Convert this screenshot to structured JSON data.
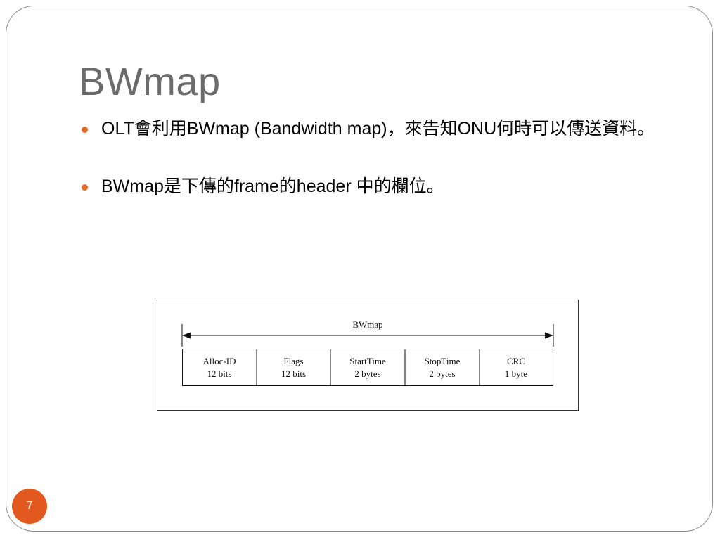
{
  "slide": {
    "title": "BWmap",
    "page_number": "7",
    "accent_color": "#e2591f",
    "title_color": "#6b6b6b"
  },
  "bullets": [
    {
      "text": "OLT會利用BWmap (Bandwidth map)，來告知ONU何時可以傳送資料。"
    },
    {
      "text": "BWmap是下傳的frame的header 中的欄位。"
    }
  ],
  "diagram": {
    "span_label": "BWmap",
    "fields": [
      {
        "name": "Alloc-ID",
        "size": "12 bits"
      },
      {
        "name": "Flags",
        "size": "12 bits"
      },
      {
        "name": "StartTime",
        "size": "2 bytes"
      },
      {
        "name": "StopTime",
        "size": "2 bytes"
      },
      {
        "name": "CRC",
        "size": "1 byte"
      }
    ]
  }
}
